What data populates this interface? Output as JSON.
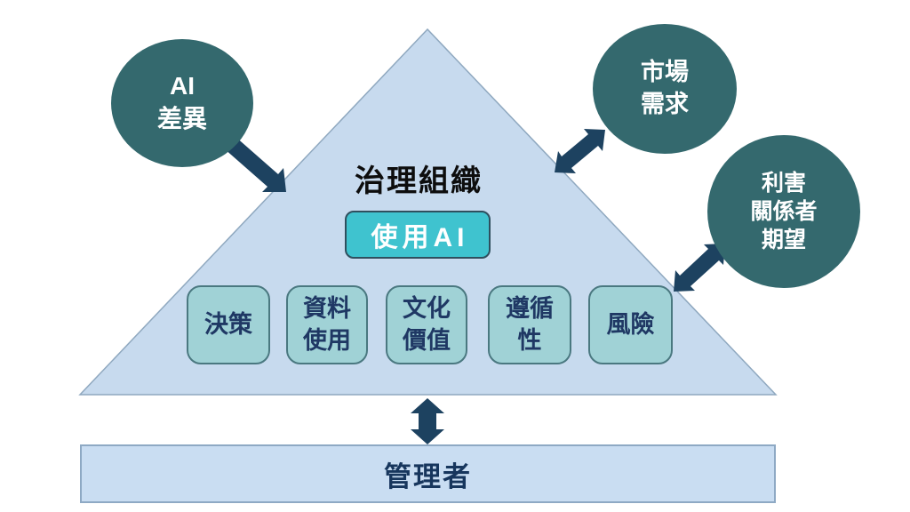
{
  "colors": {
    "background": "#FFFFFF",
    "triangle_fill": "#C7DAEE",
    "triangle_stroke": "#8FA8BF",
    "circle_fill": "#34696E",
    "circle_text": "#FFFFFF",
    "arrow": "#1D4260",
    "badge_fill": "#3FC3CF",
    "badge_border": "#2F4F5E",
    "badge_text": "#FFFFFF",
    "pillar_fill": "#A0D2D6",
    "pillar_border": "#4A7880",
    "pillar_text": "#1F3864",
    "bar_fill": "#C9DDF2",
    "bar_border": "#8EA9C4",
    "bar_text": "#17365D",
    "title_text": "#0D0D0D"
  },
  "pyramid": {
    "title": "治理組織",
    "badge": "使用AI",
    "pillars": [
      {
        "label": "決策"
      },
      {
        "label": "資料\n使用"
      },
      {
        "label": "文化\n價值"
      },
      {
        "label": "遵循\n性"
      },
      {
        "label": "風險"
      }
    ]
  },
  "circles": [
    {
      "id": "ai-difference",
      "label": "AI\n差異"
    },
    {
      "id": "market-demand",
      "label": "市場\n需求"
    },
    {
      "id": "stakeholder-expectations",
      "label": "利害\n關係者\n期望"
    }
  ],
  "manager_bar": {
    "label": "管理者"
  },
  "arrows": [
    {
      "name": "ai-difference-to-pyramid",
      "heads": "single",
      "direction": "down-right"
    },
    {
      "name": "pyramid-market-demand",
      "heads": "double",
      "direction": "diagonal"
    },
    {
      "name": "pyramid-stakeholder",
      "heads": "double",
      "direction": "diagonal"
    },
    {
      "name": "pyramid-manager",
      "heads": "double",
      "direction": "vertical"
    }
  ]
}
